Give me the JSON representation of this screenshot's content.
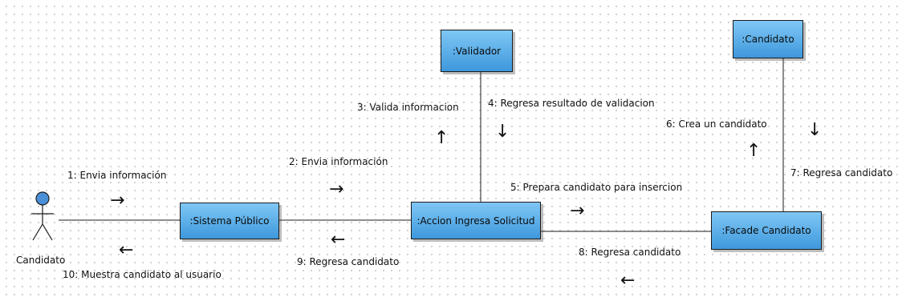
{
  "diagram": {
    "actor": {
      "name": "Candidato"
    },
    "objects": {
      "sistema_publico": ":Sistema Público",
      "accion_ingresa": ":Accion Ingresa Solicitud",
      "validador": ":Validador",
      "facade_candidato": ":Facade Candidato",
      "candidato_obj": ":Candidato"
    },
    "messages": [
      {
        "label": "1: Envia información",
        "arrow": "→"
      },
      {
        "label": "2: Envia información",
        "arrow": "→"
      },
      {
        "label": "3: Valida informacion",
        "arrow": "↑"
      },
      {
        "label": "4: Regresa resultado de validacion",
        "arrow": "↓"
      },
      {
        "label": "5: Prepara candidato para insercion",
        "arrow": "→"
      },
      {
        "label": "6: Crea un candidato",
        "arrow": "↑"
      },
      {
        "label": "7: Regresa candidato",
        "arrow": "↓"
      },
      {
        "label": "8: Regresa candidato",
        "arrow": "←"
      },
      {
        "label": "9: Regresa candidato",
        "arrow": "←"
      },
      {
        "label": "10: Muestra candidato al usuario",
        "arrow": "←"
      }
    ],
    "colors": {
      "node_fill_top": "#7fc7f5",
      "node_fill_bottom": "#3e98dc",
      "actor_head": "#4a90d9",
      "line": "#1b1b1b"
    }
  }
}
